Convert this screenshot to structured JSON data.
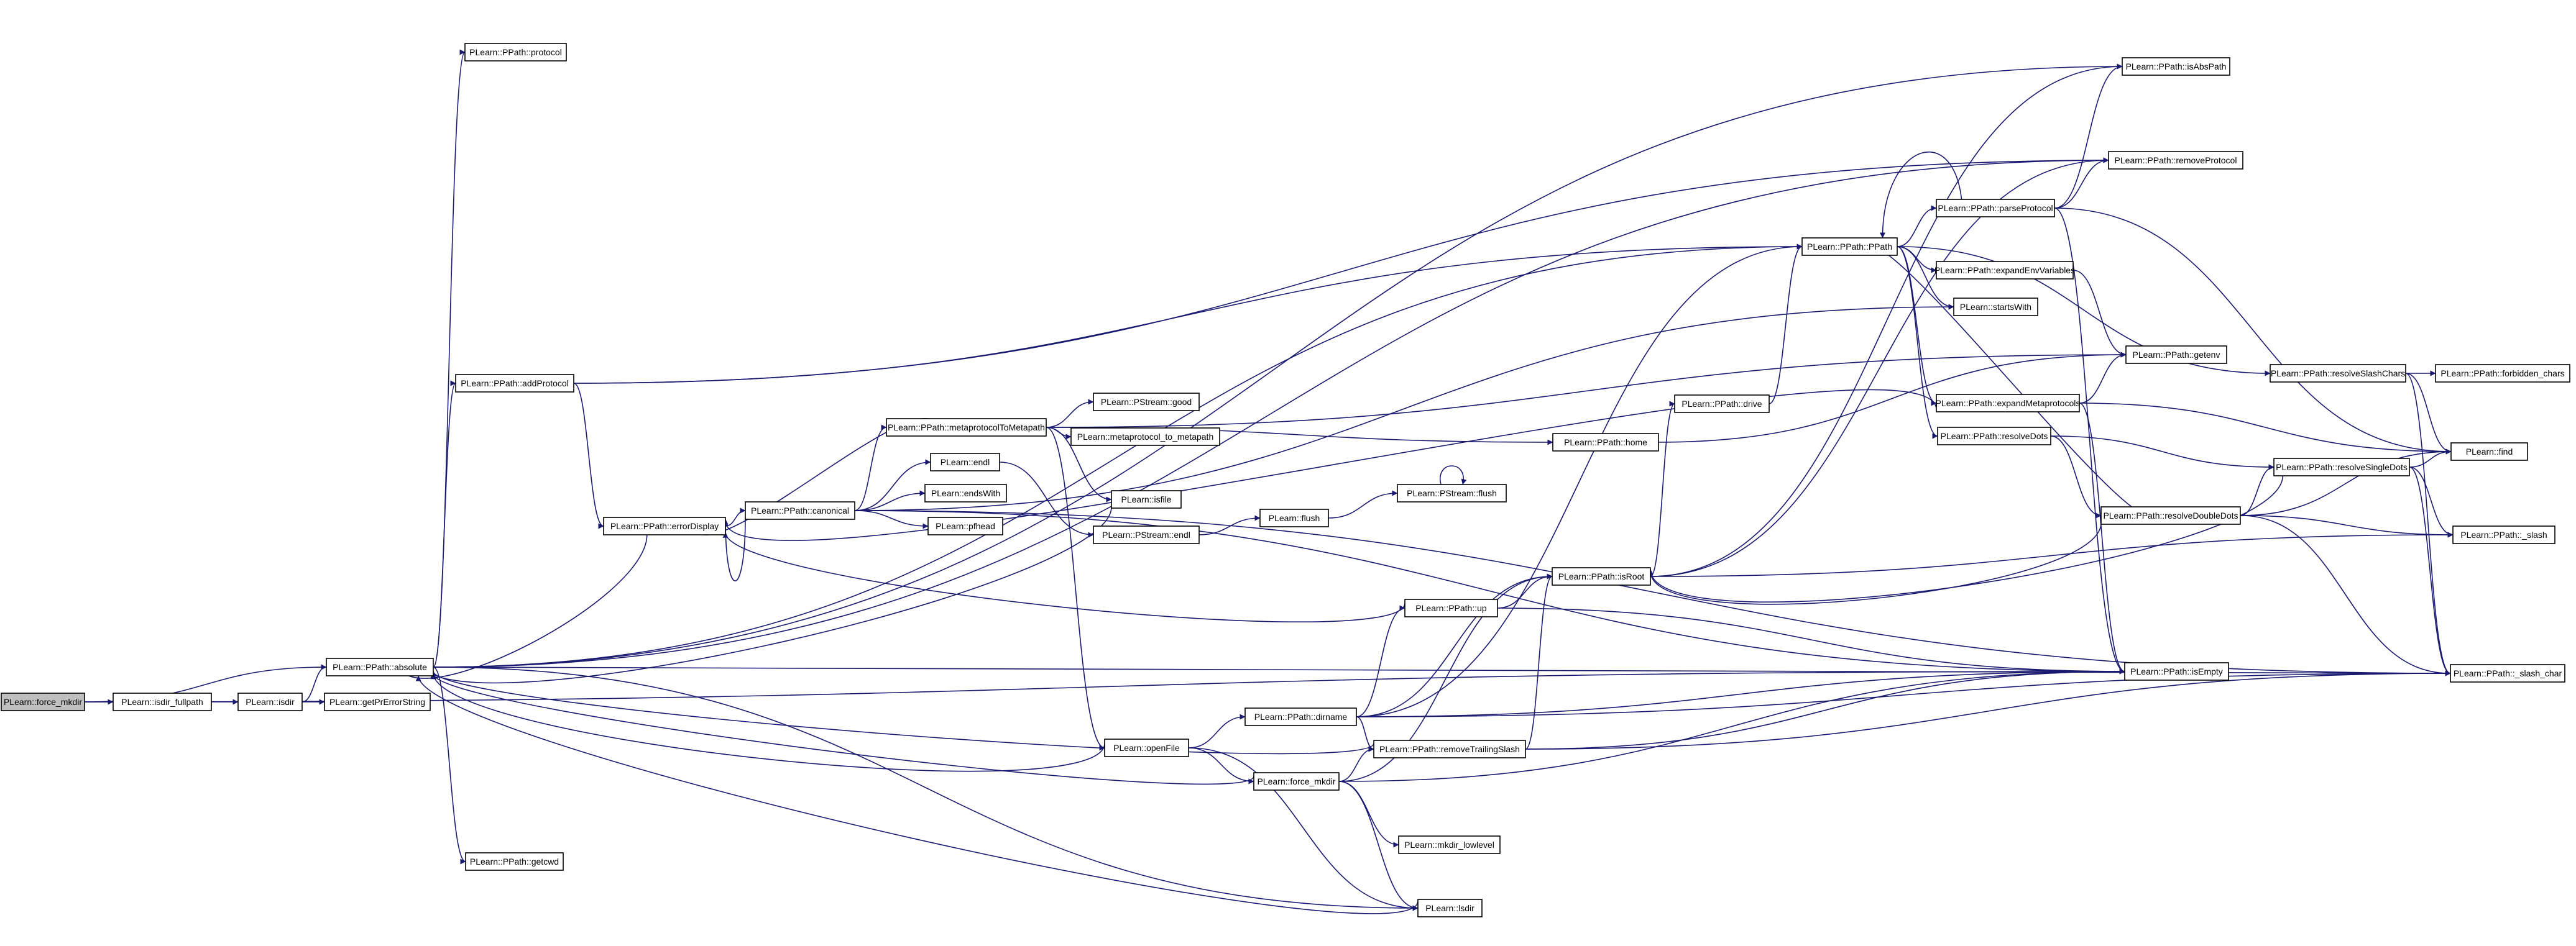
{
  "graph": {
    "nodes": [
      {
        "id": "force_mkdir_root",
        "label": "PLearn::force_mkdir",
        "root": true
      },
      {
        "id": "isdir_fullpath",
        "label": "PLearn::isdir_fullpath"
      },
      {
        "id": "isdir",
        "label": "PLearn::isdir"
      },
      {
        "id": "getPrErrorString",
        "label": "PLearn::getPrErrorString"
      },
      {
        "id": "absolute",
        "label": "PLearn::PPath::absolute"
      },
      {
        "id": "protocol",
        "label": "PLearn::PPath::protocol"
      },
      {
        "id": "addProtocol",
        "label": "PLearn::PPath::addProtocol"
      },
      {
        "id": "errorDisplay",
        "label": "PLearn::PPath::errorDisplay"
      },
      {
        "id": "getcwd",
        "label": "PLearn::PPath::getcwd"
      },
      {
        "id": "canonical",
        "label": "PLearn::PPath::canonical"
      },
      {
        "id": "metaprotocolToMetapath",
        "label": "PLearn::PPath::metaprotocolToMetapath"
      },
      {
        "id": "good",
        "label": "PLearn::PStream::good"
      },
      {
        "id": "metaprotocol_to_metapath",
        "label": "PLearn::metaprotocol_to_metapath"
      },
      {
        "id": "endl",
        "label": "PLearn::endl"
      },
      {
        "id": "endsWith",
        "label": "PLearn::endsWith"
      },
      {
        "id": "pfhead",
        "label": "PLearn::pfhead"
      },
      {
        "id": "isfile",
        "label": "PLearn::isfile"
      },
      {
        "id": "pstream_endl",
        "label": "PLearn::PStream::endl"
      },
      {
        "id": "flush",
        "label": "PLearn::flush"
      },
      {
        "id": "pstream_flush",
        "label": "PLearn::PStream::flush"
      },
      {
        "id": "openFile",
        "label": "PLearn::openFile"
      },
      {
        "id": "dirname",
        "label": "PLearn::PPath::dirname"
      },
      {
        "id": "up",
        "label": "PLearn::PPath::up"
      },
      {
        "id": "removeTrailingSlash",
        "label": "PLearn::PPath::removeTrailingSlash"
      },
      {
        "id": "force_mkdir",
        "label": "PLearn::force_mkdir"
      },
      {
        "id": "mkdir_lowlevel",
        "label": "PLearn::mkdir_lowlevel"
      },
      {
        "id": "lsdir",
        "label": "PLearn::lsdir"
      },
      {
        "id": "home",
        "label": "PLearn::PPath::home"
      },
      {
        "id": "drive",
        "label": "PLearn::PPath::drive"
      },
      {
        "id": "isRoot",
        "label": "PLearn::PPath::isRoot"
      },
      {
        "id": "ppath",
        "label": "PLearn::PPath::PPath"
      },
      {
        "id": "parseProtocol",
        "label": "PLearn::PPath::parseProtocol"
      },
      {
        "id": "expandEnvVariables",
        "label": "PLearn::PPath::expandEnvVariables"
      },
      {
        "id": "startsWith",
        "label": "PLearn::startsWith"
      },
      {
        "id": "expandMetaprotocols",
        "label": "PLearn::PPath::expandMetaprotocols"
      },
      {
        "id": "resolveDots",
        "label": "PLearn::PPath::resolveDots"
      },
      {
        "id": "resolveDoubleDots",
        "label": "PLearn::PPath::resolveDoubleDots"
      },
      {
        "id": "isAbsPath",
        "label": "PLearn::PPath::isAbsPath"
      },
      {
        "id": "removeProtocol",
        "label": "PLearn::PPath::removeProtocol"
      },
      {
        "id": "getenv",
        "label": "PLearn::PPath::getenv"
      },
      {
        "id": "resolveSlashChars",
        "label": "PLearn::PPath::resolveSlashChars"
      },
      {
        "id": "forbidden_chars",
        "label": "PLearn::PPath::forbidden_chars"
      },
      {
        "id": "find",
        "label": "PLearn::find"
      },
      {
        "id": "resolveSingleDots",
        "label": "PLearn::PPath::resolveSingleDots"
      },
      {
        "id": "slash",
        "label": "PLearn::PPath::_slash"
      },
      {
        "id": "isEmpty",
        "label": "PLearn::PPath::isEmpty"
      },
      {
        "id": "slash_char",
        "label": "PLearn::PPath::_slash_char"
      }
    ],
    "edges": [
      [
        "force_mkdir_root",
        "isdir_fullpath"
      ],
      [
        "force_mkdir_root",
        "absolute"
      ],
      [
        "force_mkdir_root",
        "isEmpty"
      ],
      [
        "isdir_fullpath",
        "isdir"
      ],
      [
        "isdir",
        "getPrErrorString"
      ],
      [
        "isdir",
        "absolute"
      ],
      [
        "absolute",
        "protocol"
      ],
      [
        "absolute",
        "addProtocol"
      ],
      [
        "absolute",
        "getcwd"
      ],
      [
        "absolute",
        "lsdir"
      ],
      [
        "absolute",
        "isAbsPath"
      ],
      [
        "absolute",
        "removeProtocol"
      ],
      [
        "absolute",
        "ppath"
      ],
      [
        "absolute",
        "slash_char"
      ],
      [
        "addProtocol",
        "errorDisplay"
      ],
      [
        "addProtocol",
        "removeProtocol"
      ],
      [
        "addProtocol",
        "ppath"
      ],
      [
        "errorDisplay",
        "absolute"
      ],
      [
        "errorDisplay",
        "canonical"
      ],
      [
        "canonical",
        "metaprotocolToMetapath"
      ],
      [
        "canonical",
        "endl"
      ],
      [
        "canonical",
        "endsWith"
      ],
      [
        "canonical",
        "pfhead"
      ],
      [
        "canonical",
        "errorDisplay"
      ],
      [
        "canonical",
        "isEmpty"
      ],
      [
        "canonical",
        "startsWith"
      ],
      [
        "canonical",
        "slash_char"
      ],
      [
        "metaprotocolToMetapath",
        "good"
      ],
      [
        "metaprotocolToMetapath",
        "metaprotocol_to_metapath"
      ],
      [
        "metaprotocolToMetapath",
        "isfile"
      ],
      [
        "metaprotocolToMetapath",
        "openFile"
      ],
      [
        "metaprotocolToMetapath",
        "home"
      ],
      [
        "metaprotocolToMetapath",
        "getenv"
      ],
      [
        "metaprotocolToMetapath",
        "errorDisplay"
      ],
      [
        "endl",
        "pstream_endl"
      ],
      [
        "pstream_endl",
        "flush"
      ],
      [
        "flush",
        "pstream_flush"
      ],
      [
        "pstream_flush",
        "pstream_flush"
      ],
      [
        "isfile",
        "absolute"
      ],
      [
        "openFile",
        "dirname"
      ],
      [
        "openFile",
        "force_mkdir"
      ],
      [
        "openFile",
        "lsdir"
      ],
      [
        "openFile",
        "absolute"
      ],
      [
        "dirname",
        "up"
      ],
      [
        "dirname",
        "removeTrailingSlash"
      ],
      [
        "dirname",
        "isRoot"
      ],
      [
        "dirname",
        "isEmpty"
      ],
      [
        "dirname",
        "ppath"
      ],
      [
        "dirname",
        "slash_char"
      ],
      [
        "up",
        "isRoot"
      ],
      [
        "up",
        "isEmpty"
      ],
      [
        "up",
        "errorDisplay"
      ],
      [
        "removeTrailingSlash",
        "isRoot"
      ],
      [
        "removeTrailingSlash",
        "isEmpty"
      ],
      [
        "removeTrailingSlash",
        "slash_char"
      ],
      [
        "removeTrailingSlash",
        "absolute"
      ],
      [
        "force_mkdir",
        "mkdir_lowlevel"
      ],
      [
        "force_mkdir",
        "lsdir"
      ],
      [
        "force_mkdir",
        "isRoot"
      ],
      [
        "force_mkdir",
        "isEmpty"
      ],
      [
        "force_mkdir",
        "absolute"
      ],
      [
        "force_mkdir",
        "removeTrailingSlash"
      ],
      [
        "lsdir",
        "absolute"
      ],
      [
        "home",
        "getenv"
      ],
      [
        "drive",
        "ppath"
      ],
      [
        "isRoot",
        "drive"
      ],
      [
        "isRoot",
        "isAbsPath"
      ],
      [
        "isRoot",
        "removeProtocol"
      ],
      [
        "isRoot",
        "slash"
      ],
      [
        "ppath",
        "parseProtocol"
      ],
      [
        "ppath",
        "expandEnvVariables"
      ],
      [
        "ppath",
        "startsWith"
      ],
      [
        "ppath",
        "expandMetaprotocols"
      ],
      [
        "ppath",
        "resolveDots"
      ],
      [
        "ppath",
        "resolveSlashChars"
      ],
      [
        "parseProtocol",
        "isAbsPath"
      ],
      [
        "parseProtocol",
        "removeProtocol"
      ],
      [
        "parseProtocol",
        "isEmpty"
      ],
      [
        "parseProtocol",
        "find"
      ],
      [
        "parseProtocol",
        "ppath"
      ],
      [
        "expandEnvVariables",
        "getenv"
      ],
      [
        "expandMetaprotocols",
        "getenv"
      ],
      [
        "expandMetaprotocols",
        "find"
      ],
      [
        "expandMetaprotocols",
        "isEmpty"
      ],
      [
        "expandMetaprotocols",
        "errorDisplay"
      ],
      [
        "resolveDots",
        "resolveSingleDots"
      ],
      [
        "resolveDots",
        "resolveDoubleDots"
      ],
      [
        "resolveSlashChars",
        "forbidden_chars"
      ],
      [
        "resolveSlashChars",
        "find"
      ],
      [
        "resolveSlashChars",
        "slash_char"
      ],
      [
        "resolveSingleDots",
        "find"
      ],
      [
        "resolveSingleDots",
        "slash"
      ],
      [
        "resolveSingleDots",
        "slash_char"
      ],
      [
        "resolveSingleDots",
        "isRoot"
      ],
      [
        "resolveDoubleDots",
        "find"
      ],
      [
        "resolveDoubleDots",
        "slash"
      ],
      [
        "resolveDoubleDots",
        "slash_char"
      ],
      [
        "resolveDoubleDots",
        "isRoot"
      ],
      [
        "resolveDoubleDots",
        "ppath"
      ],
      [
        "resolveDoubleDots",
        "resolveSingleDots"
      ]
    ]
  }
}
